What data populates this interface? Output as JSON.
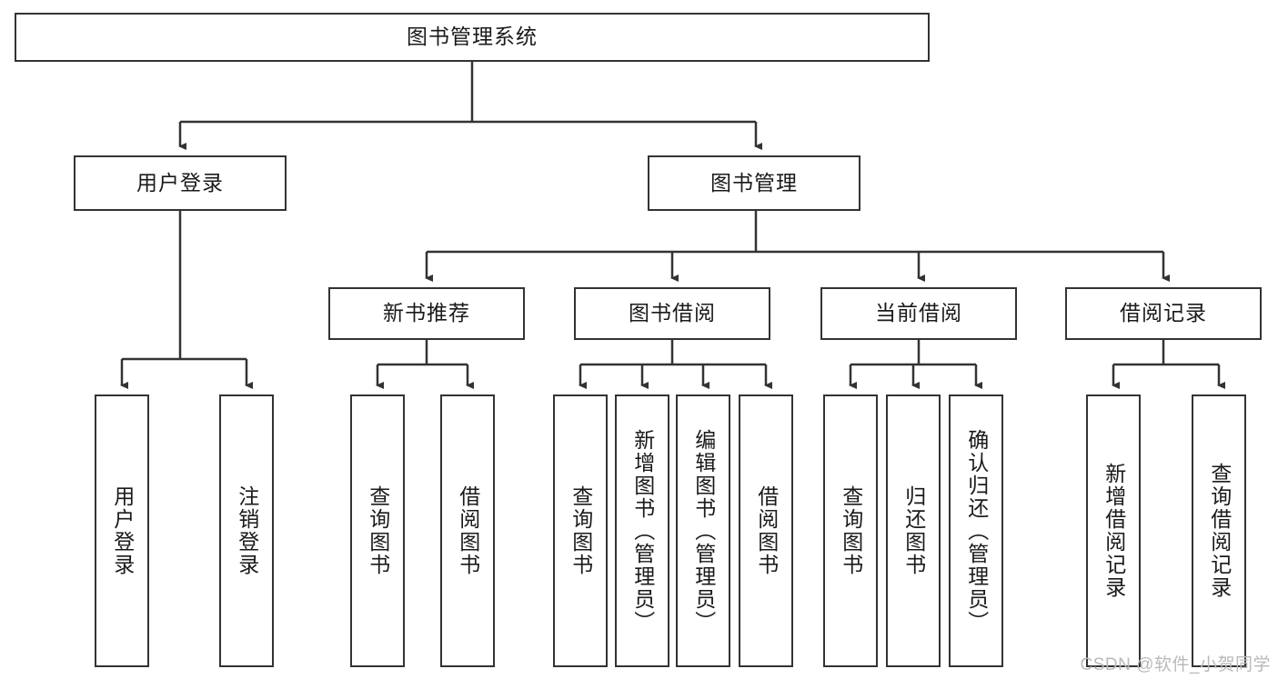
{
  "diagram": {
    "title": "图书管理系统",
    "watermark": "CSDN @软件_小贺同学",
    "colors": {
      "stroke": "#333333",
      "fill": "#ffffff",
      "text": "#1a1a1a",
      "watermark": "#b9b9b9"
    },
    "nodes": {
      "root": "图书管理系统",
      "user_login": "用户登录",
      "book_manage": "图书管理",
      "new_book_rec": "新书推荐",
      "book_borrow": "图书借阅",
      "current_borrow": "当前借阅",
      "borrow_record": "借阅记录",
      "leaf_user_login": "用户登录",
      "leaf_logout": "注销登录",
      "leaf_query_book_1": "查询图书",
      "leaf_borrow_book_1": "借阅图书",
      "leaf_query_book_2": "查询图书",
      "leaf_add_book_admin": "新增图书（管理员）",
      "leaf_edit_book_admin": "编辑图书（管理员）",
      "leaf_borrow_book_2": "借阅图书",
      "leaf_query_book_3": "查询图书",
      "leaf_return_book": "归还图书",
      "leaf_confirm_return_admin": "确认归还（管理员）",
      "leaf_add_record": "新增借阅记录",
      "leaf_query_record": "查询借阅记录"
    }
  }
}
